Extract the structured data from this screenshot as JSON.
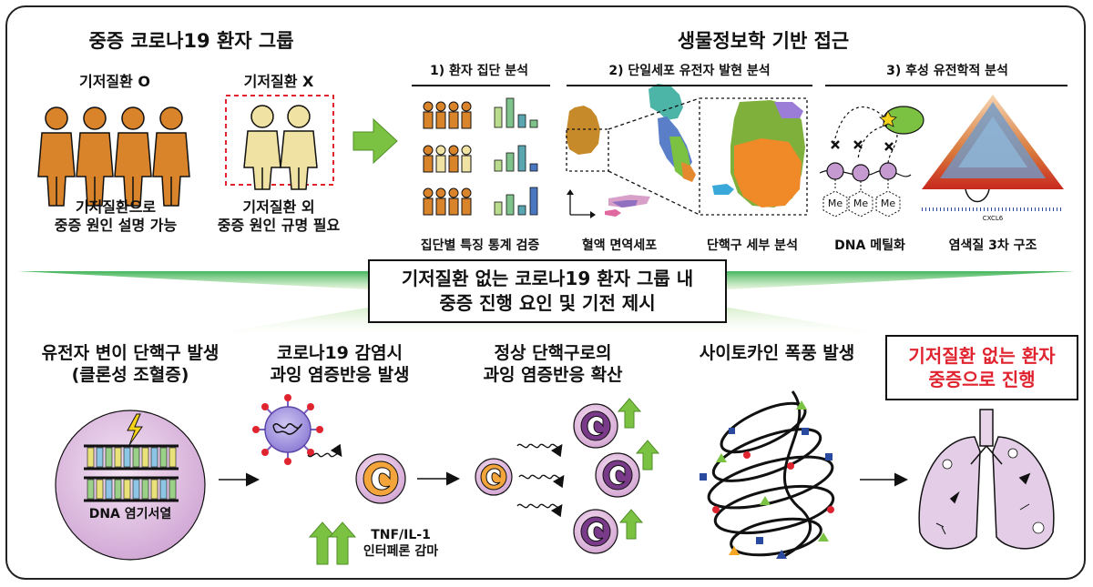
{
  "left_group": {
    "title": "중증 코로나19 환자 그룹",
    "with_condition_label": "기저질환 O",
    "without_condition_label": "기저질환 X",
    "with_condition_caption": [
      "기저질환으로",
      "중증 원인 설명 가능"
    ],
    "without_condition_caption": [
      "기저질환 외",
      "중증 원인 규명 필요"
    ]
  },
  "approach": {
    "title": "생물정보학 기반 접근",
    "step1": "1) 환자 집단 분석",
    "step2": "2) 단일세포 유전자 발현 분석",
    "step3": "3) 후성 유전학적 분석",
    "captions": [
      "집단별 특징 통계 검증",
      "혈액 면역세포",
      "단핵구 세부 분석",
      "DNA 메틸화",
      "염색질 3차 구조"
    ],
    "methyl_label": "Me",
    "gene_label": "CXCL6"
  },
  "callout": {
    "line1": "기저질환 없는 코로나19 환자 그룹 내",
    "line2": "중증 진행 요인 및 기전 제시"
  },
  "mechanism": {
    "stage1": [
      "유전자 변이 단핵구 발생",
      "(클론성 조혈증)"
    ],
    "stage2": [
      "코로나19 감염시",
      "과잉 염증반응 발생"
    ],
    "stage3": [
      "정상 단핵구로의",
      "과잉 염증반응 확산"
    ],
    "stage4": "사이토카인 폭풍 발생",
    "outcome": [
      "기저질환 없는 환자",
      "중증으로 진행"
    ],
    "dna_label": "DNA 염기서열",
    "cytokines": [
      "TNF/IL-1",
      "인터페론 감마"
    ]
  },
  "colors": {
    "person_orange": "#d9832b",
    "person_yellow": "#efe2a2",
    "dashed_red": "#e0242f",
    "green_arrow": "#7cc242",
    "purple": "#d8b6d9",
    "outcome_red": "#e0242f"
  }
}
